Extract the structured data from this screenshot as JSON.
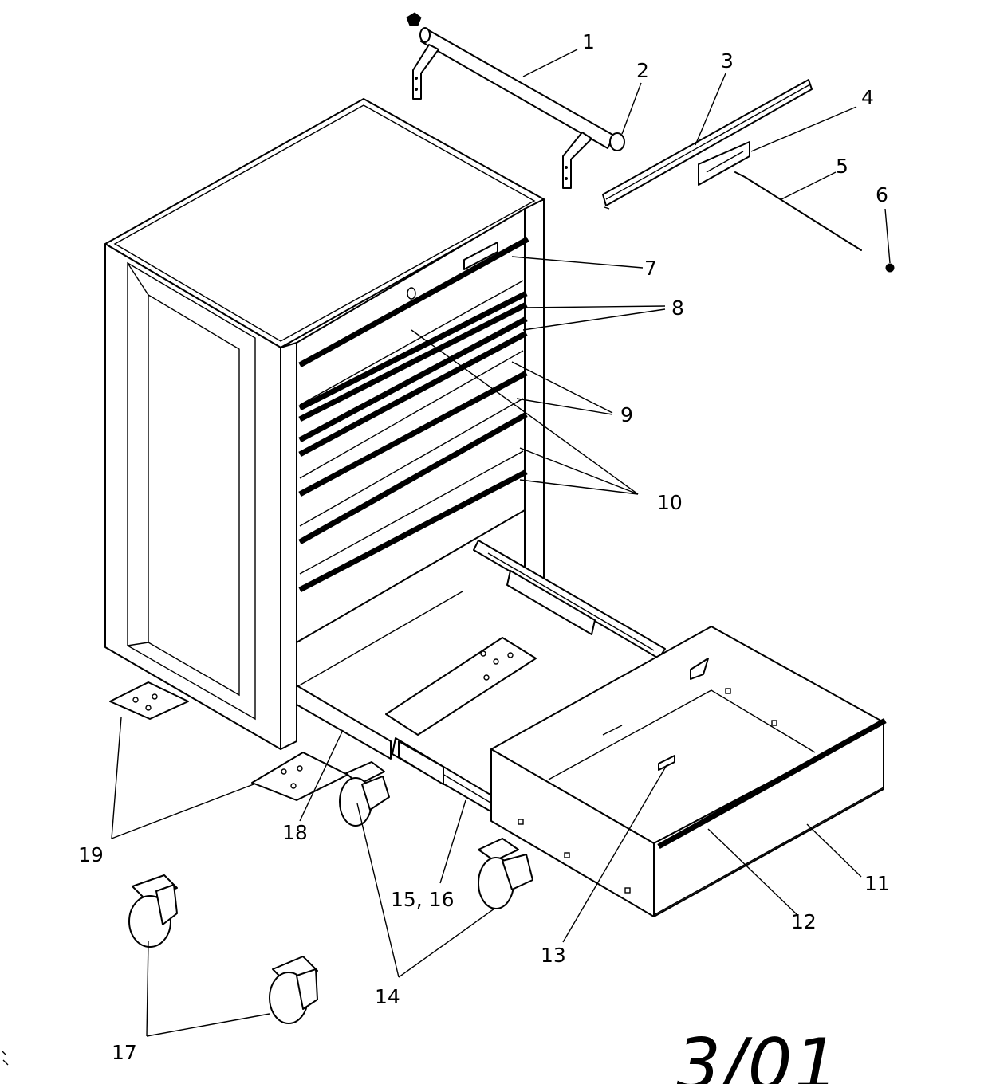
{
  "callouts": {
    "c1": "1",
    "c2": "2",
    "c3": "3",
    "c4": "4",
    "c5": "5",
    "c6": "6",
    "c7": "7",
    "c8": "8",
    "c9": "9",
    "c10": "10",
    "c11": "11",
    "c12": "12",
    "c13": "13",
    "c14": "14",
    "c15_16": "15, 16",
    "c17": "17",
    "c18": "18",
    "c19": "19"
  },
  "stamp": "3/01"
}
